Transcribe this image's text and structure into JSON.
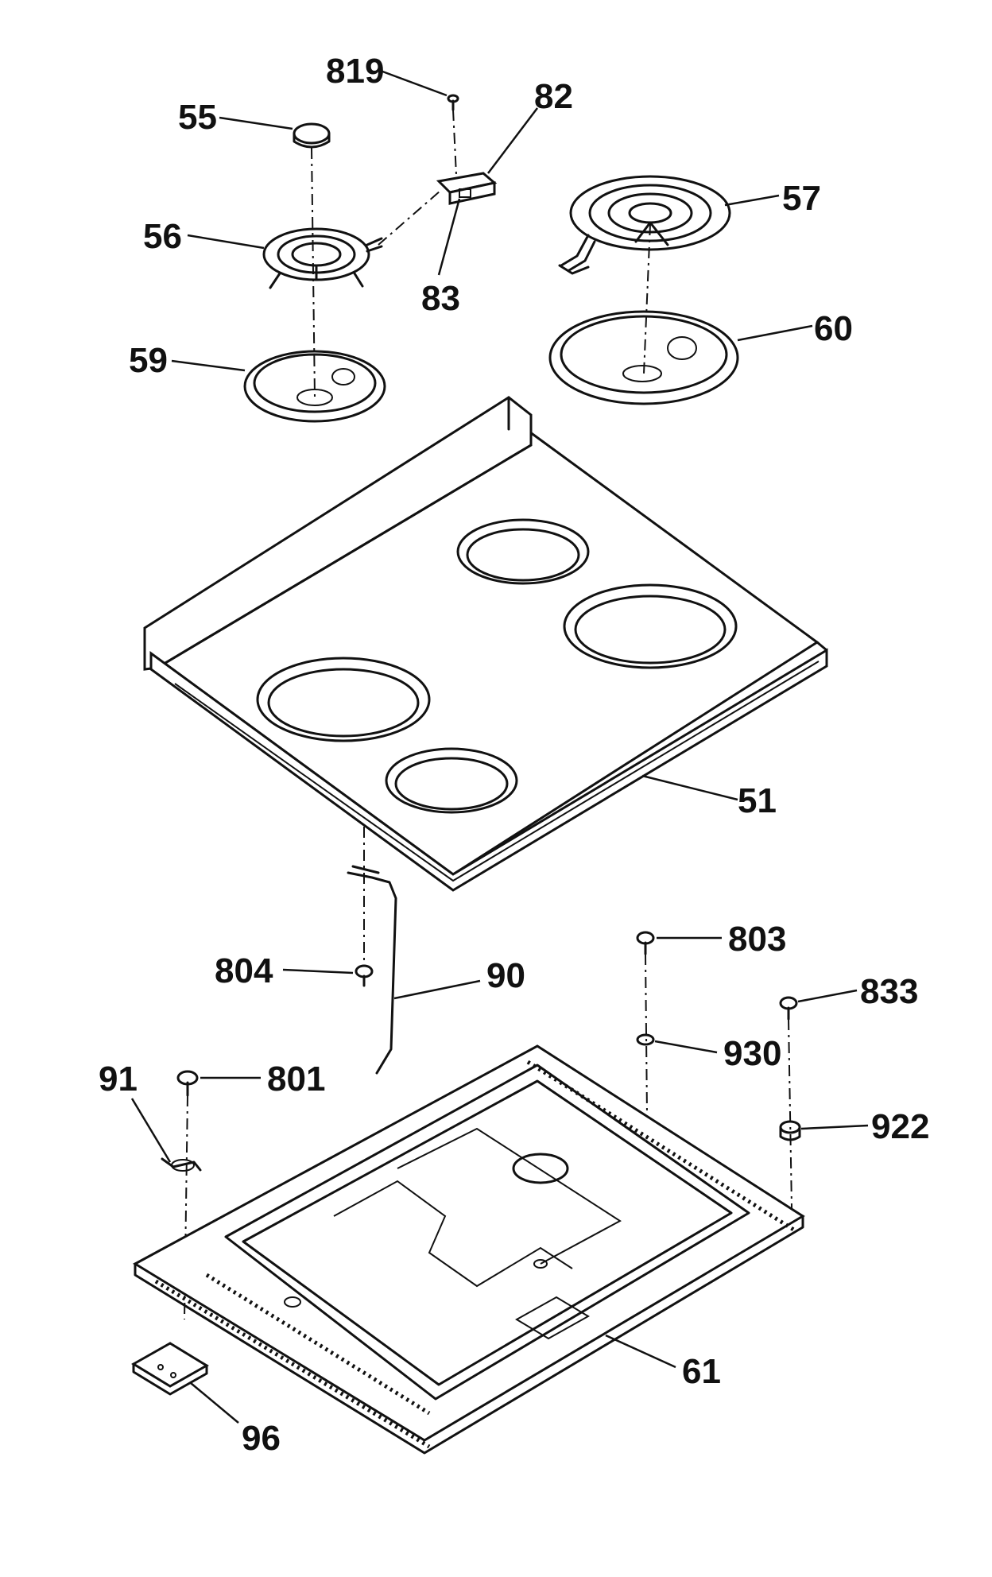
{
  "parts": [
    {
      "id": "p819",
      "label": "819"
    },
    {
      "id": "p82",
      "label": "82"
    },
    {
      "id": "p55",
      "label": "55"
    },
    {
      "id": "p57",
      "label": "57"
    },
    {
      "id": "p56",
      "label": "56"
    },
    {
      "id": "p83",
      "label": "83"
    },
    {
      "id": "p60",
      "label": "60"
    },
    {
      "id": "p59",
      "label": "59"
    },
    {
      "id": "p51",
      "label": "51"
    },
    {
      "id": "p803",
      "label": "803"
    },
    {
      "id": "p804",
      "label": "804"
    },
    {
      "id": "p90",
      "label": "90"
    },
    {
      "id": "p833",
      "label": "833"
    },
    {
      "id": "p930",
      "label": "930"
    },
    {
      "id": "p91",
      "label": "91"
    },
    {
      "id": "p801",
      "label": "801"
    },
    {
      "id": "p922",
      "label": "922"
    },
    {
      "id": "p61",
      "label": "61"
    },
    {
      "id": "p96",
      "label": "96"
    }
  ]
}
